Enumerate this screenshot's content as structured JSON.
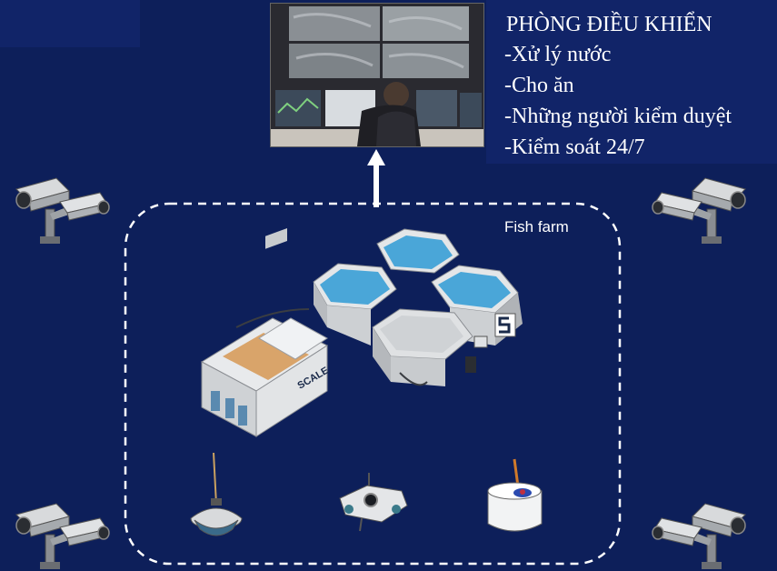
{
  "control_room": {
    "title": "PHÒNG ĐIỀU KHIỂN",
    "items": [
      "-Xử lý nước",
      "-Cho ăn",
      "-Những người kiểm duyệt",
      "-Kiểm soát 24/7"
    ]
  },
  "farm": {
    "label": "Fish farm",
    "brand": "SCALE"
  },
  "colors": {
    "background": "#0d1f5a",
    "panel": "#112468",
    "water": "#4aa6d8",
    "dashed_border": "#ffffff"
  },
  "icons": [
    "security-camera-icon",
    "underwater-camera-icon",
    "sensor-probe-icon",
    "feeding-buoy-icon"
  ]
}
